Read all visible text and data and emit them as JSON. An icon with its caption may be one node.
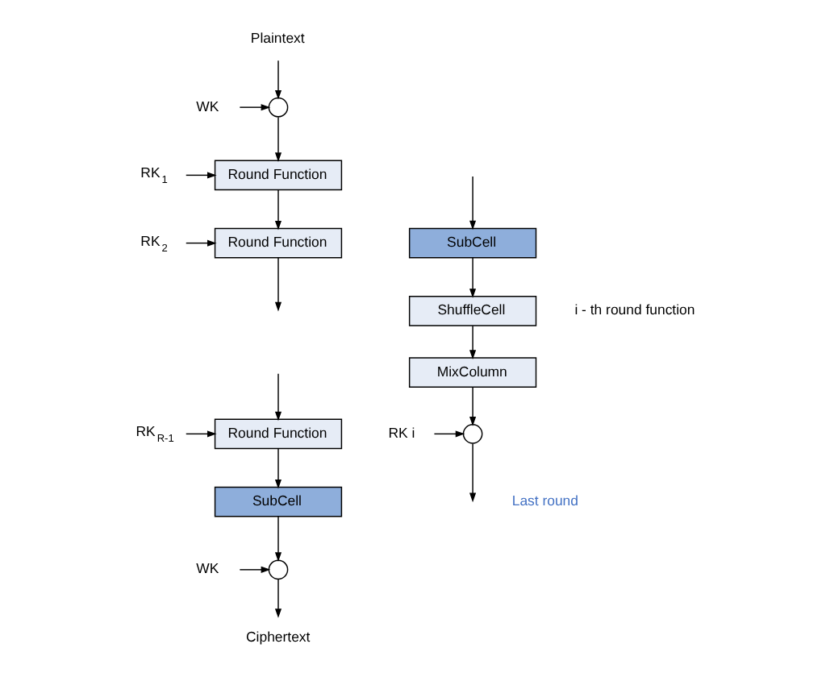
{
  "diagram": {
    "nodes": [
      {
        "text": [
          "Plaintext"
        ]
      },
      {
        "text": [
          "WK"
        ]
      },
      {
        "text": [],
        "shape": "circle"
      },
      {
        "text": [
          "RK$_{1}$"
        ]
      },
      {
        "text": [
          "Round Function"
        ]
      },
      {
        "text": [
          "RK$_{2}$"
        ]
      },
      {
        "text": [
          "Round Function"
        ]
      },
      {
        "text": [
          "RK$_{R-1}$"
        ]
      },
      {
        "text": [
          "Round Function"
        ]
      },
      {
        "text": [
          "SubCell"
        ]
      },
      {
        "text": [
          "WK"
        ]
      },
      {
        "text": [],
        "shape": "circle"
      },
      {
        "text": [
          "Ciphertext"
        ]
      },
      {
        "text": [
          "SubCell"
        ]
      },
      {
        "text": [
          "ShuffleCell"
        ]
      },
      {
        "text": [
          "MixColumn"
        ]
      },
      {
        "text": [],
        "shape": "circle"
      },
      {
        "text": [
          "RK i"
        ]
      }
    ],
    "edges": [
      {
        "from": 0,
        "to": 2,
        "arrow": "to"
      },
      {
        "from": 1,
        "to": 2,
        "arrow": "to"
      },
      {
        "from": 2,
        "to": 4,
        "arrow": "to"
      },
      {
        "from": 3,
        "to": 4,
        "arrow": "to"
      },
      {
        "from": 4,
        "to": 6,
        "arrow": "to"
      },
      {
        "from": 5,
        "to": 6,
        "arrow": "to"
      },
      {
        "from": 6,
        "to": null,
        "arrow": "to"
      },
      {
        "from": null,
        "to": 8,
        "arrow": "to"
      },
      {
        "from": 7,
        "to": 8,
        "arrow": "to"
      },
      {
        "from": 8,
        "to": 9,
        "arrow": "to"
      },
      {
        "from": 9,
        "to": 11,
        "arrow": "to"
      },
      {
        "from": 10,
        "to": 11,
        "arrow": "to"
      },
      {
        "from": 11,
        "to": 12,
        "arrow": "to"
      },
      {
        "from": null,
        "to": 13,
        "arrow": "to"
      },
      {
        "from": 13,
        "to": 14,
        "arrow": "to"
      },
      {
        "from": 14,
        "to": 15,
        "arrow": "to"
      },
      {
        "from": 15,
        "to": 16,
        "arrow": "to"
      },
      {
        "from": 17,
        "to": 16,
        "arrow": "to"
      },
      {
        "from": 16,
        "to": null,
        "arrow": "to"
      }
    ],
    "labels": [
      "i - th round function",
      "Last round"
    ]
  }
}
